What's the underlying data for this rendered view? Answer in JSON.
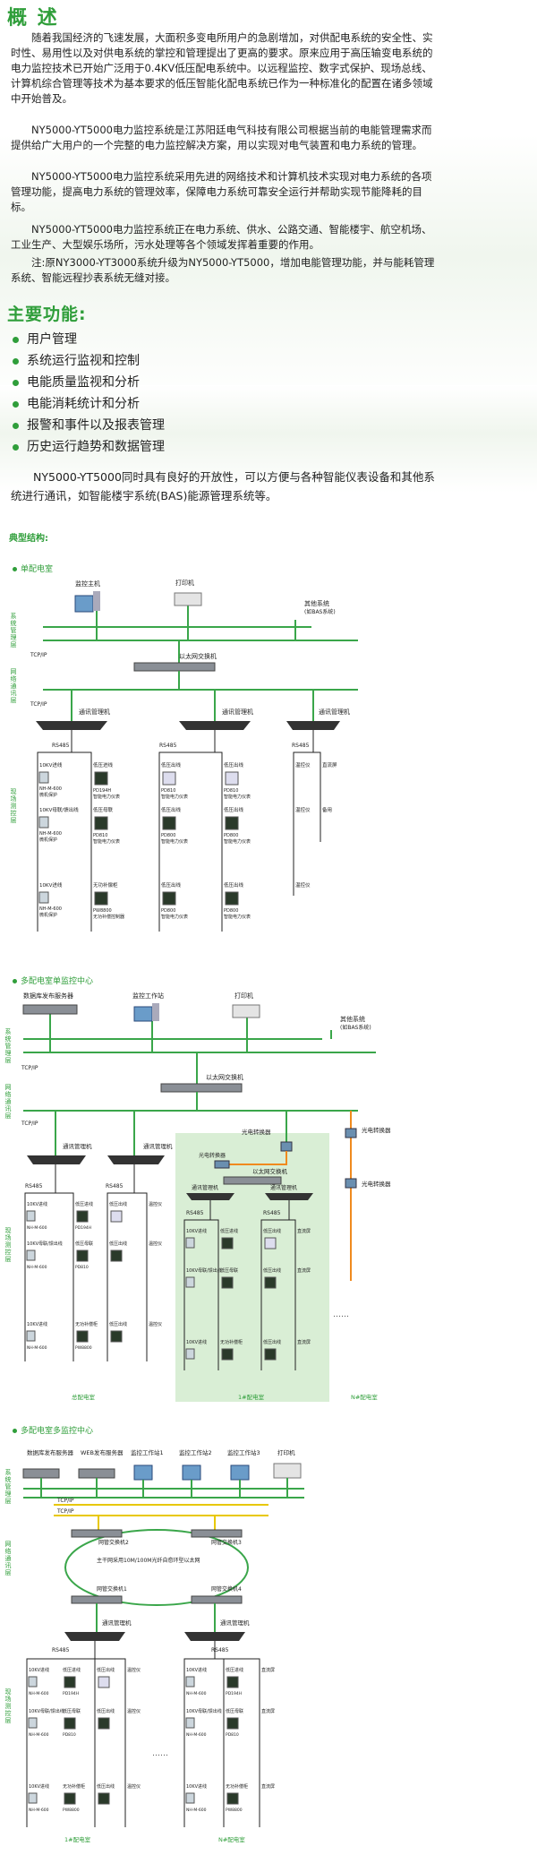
{
  "overview": {
    "title": "概 述",
    "paragraphs": [
      "随着我国经济的飞速发展，大面积多变电所用户的急剧增加，对供配电系统的安全性、实时性、易用性以及对供电系统的掌控和管理提出了更高的要求。原来应用于高压输变电系统的电力监控技术已开始广泛用于0.4KV低压配电系统中。以远程监控、数字式保护、现场总线、计算机综合管理等技术为基本要求的低压智能化配电系统已作为一种标准化的配置在诸多领域中开始普及。",
      "NY5000-YT5000电力监控系统是江苏阳廷电气科技有限公司根据当前的电能管理需求而提供给广大用户的一个完整的电力监控解决方案，用以实现对电气装置和电力系统的管理。",
      "NY5000-YT5000电力监控系统采用先进的网络技术和计算机技术实现对电力系统的各项管理功能，提高电力系统的管理效率，保障电力系统可靠安全运行并帮助实现节能降耗的目标。",
      "NY5000-YT5000电力监控系统正在电力系统、供水、公路交通、智能楼宇、航空机场、工业生产、大型娱乐场所，污水处理等各个领域发挥着重要的作用。",
      "注:原NY3000-YT3000系统升级为NY5000-YT5000，增加电能管理功能，并与能耗管理系统、智能远程抄表系统无缝对接。"
    ]
  },
  "functions": {
    "title": "主要功能:",
    "items": [
      "用户管理",
      "系统运行监视和控制",
      "电能质量监视和分析",
      "电能消耗统计和分析",
      "报警和事件以及报表管理",
      "历史运行趋势和数据管理"
    ],
    "note": "NY5000-YT5000同时具有良好的开放性，可以方便与各种智能仪表设备和其他系统进行通讯，如智能楼宇系统(BAS)能源管理系统等。"
  },
  "structure": {
    "title": "典型结构:",
    "common": {
      "layer_mgmt": "系统管理层",
      "layer_net": "网络通讯层",
      "layer_field": "现场测控层",
      "tcpip": "TCP/IP",
      "switch": "以太网交换机",
      "comm_mgr": "通讯管理机",
      "rs485": "RS485",
      "other_sys": "其他系统",
      "other_sys_sub": "(如BAS系统)",
      "dev_10kv": "10KV进线",
      "dev_10kv_tr": "10KV母联/馈出线",
      "dev_nhm": "NH-M-600",
      "dev_prot": "微机保护",
      "dev_lv_in": "低压进线",
      "dev_lv_bus": "低压母联",
      "dev_lv_out": "低压出线",
      "dev_pd194h": "PD194H",
      "dev_pd810": "PD810",
      "dev_pd800": "PD800",
      "dev_smart": "智能电力仪表",
      "dev_comp": "无功补偿柜",
      "dev_pw": "PW8800",
      "dev_comp_ctl": "无功补偿控制器",
      "dev_temp": "温控仪",
      "dev_dc": "直流屏",
      "dev_spare": "备用"
    },
    "diagram1": {
      "title": "单配电室",
      "monitor_host": "监控主机",
      "printer": "打印机"
    },
    "diagram2": {
      "title": "多配电室单监控中心",
      "db_server": "数据库发布服务器",
      "workstation": "监控工作站",
      "printer": "打印机",
      "fiber_conv": "光电转换器",
      "room_total": "总配电室",
      "room_1": "1#配电室",
      "room_n": "N#配电室"
    },
    "diagram3": {
      "title": "多配电室多监控中心",
      "db_server": "数据库发布服务器",
      "web_server": "WEB发布服务器",
      "ws1": "监控工作站1",
      "ws2": "监控工作站2",
      "ws3": "监控工作站3",
      "printer": "打印机",
      "ring_sw2": "网管交换机2",
      "ring_sw3": "网管交换机3",
      "ring_sw1": "网管交换机1",
      "ring_sw4": "网管交换机4",
      "ring_note": "主干网采用10M/100M光纤自愈环型以太网",
      "room_1": "1#配电室",
      "room_n": "N#配电室"
    }
  },
  "colors": {
    "accent": "#2f9e3a",
    "bus_line": "#3aa64a",
    "yellow_line": "#e8c800",
    "orange_line": "#f08a1e",
    "panel_bg": "#d9eed5"
  }
}
